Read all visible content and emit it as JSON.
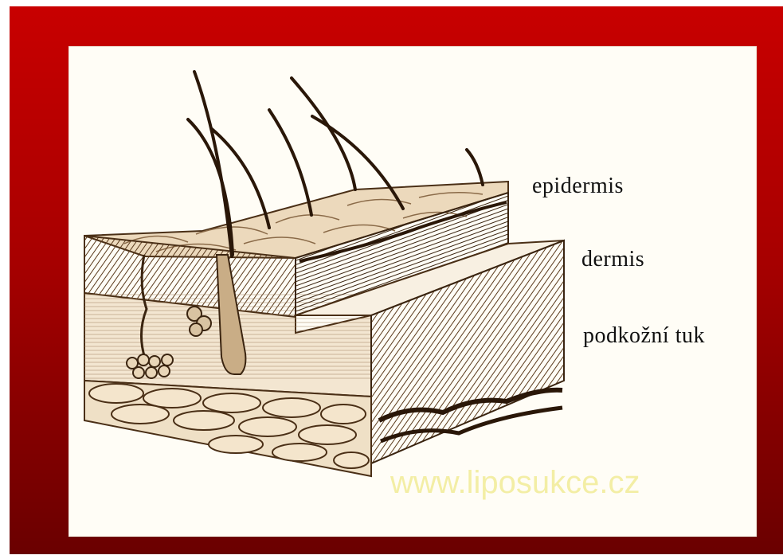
{
  "labels": {
    "epidermis": "epidermis",
    "dermis": "dermis",
    "subcutaneous": "podkožní tuk"
  },
  "watermark": "www.liposukce.cz",
  "colors": {
    "frame_top": "#c80000",
    "frame_bottom": "#6a0000",
    "canvas": "#fffdf6",
    "ink": "#3a2410",
    "watermark": "#f2ec97"
  }
}
